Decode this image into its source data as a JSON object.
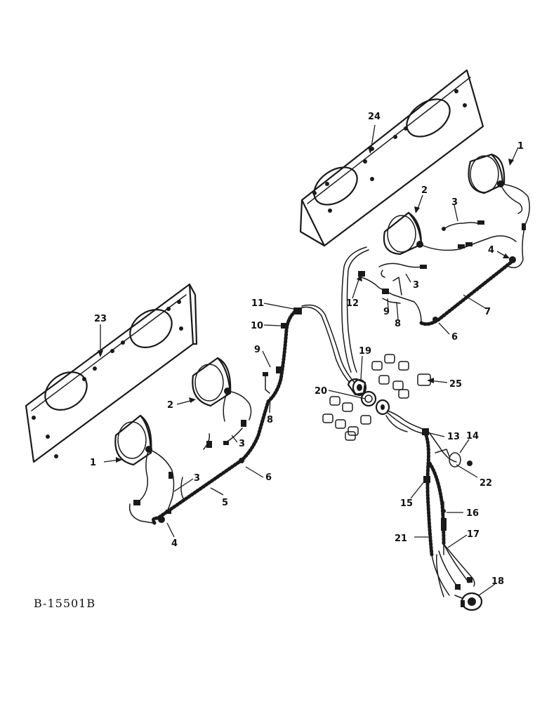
{
  "drawing_number": "B-15501B",
  "callouts": {
    "c1_right": "1",
    "c2_right": "2",
    "c3_right_a": "3",
    "c3_right_b": "3",
    "c4_right": "4",
    "c6_right": "6",
    "c7": "7",
    "c8_right": "8",
    "c9_right": "9",
    "c12": "12",
    "c24": "24",
    "c23": "23",
    "c1_left": "1",
    "c2_left": "2",
    "c3_left_a": "3",
    "c3_left_b": "3",
    "c4_left": "4",
    "c5": "5",
    "c6_left": "6",
    "c8_left": "8",
    "c9_left": "9",
    "c10": "10",
    "c11": "11",
    "c19": "19",
    "c20": "20",
    "c25": "25",
    "c13": "13",
    "c14": "14",
    "c22": "22",
    "c15": "15",
    "c16": "16",
    "c17": "17",
    "c21": "21",
    "c18": "18"
  }
}
